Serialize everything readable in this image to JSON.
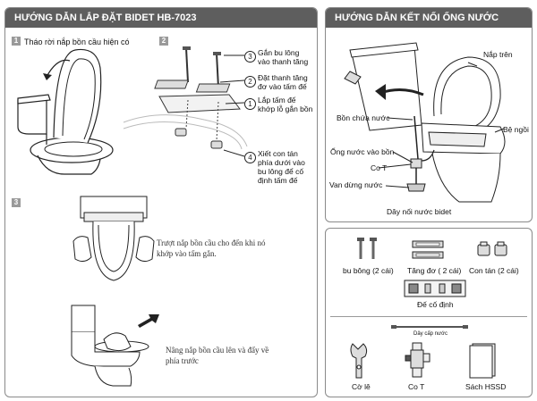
{
  "left_panel": {
    "title": "HƯỚNG DẪN LẮP ĐẶT BIDET HB-7023",
    "step1": {
      "num": "1",
      "text": "Tháo rời nắp bồn cầu hiện có"
    },
    "step2": {
      "num": "2",
      "callouts": [
        {
          "n": "3",
          "text": "Gắn bu lông vào thanh tăng"
        },
        {
          "n": "2",
          "text": "Đặt thanh tăng đơ vào tấm đế"
        },
        {
          "n": "1",
          "text": "Lắp tấm đế khớp lỗ gắn bồn"
        },
        {
          "n": "4",
          "text": "Xiết con tán phía dưới vào bu lông để cố định tấm đế"
        }
      ]
    },
    "step3": {
      "num": "3",
      "text_a": "Trượt nắp bồn cầu cho đến khi nó khớp vào tấm gắn.",
      "text_b": "Nâng nắp bồn cầu lên và đẩy về phía trước"
    }
  },
  "right_top": {
    "title": "HƯỚNG DẪN KẾT NỐI ỐNG NƯỚC",
    "labels": {
      "lid": "Nắp trên",
      "tank": "Bồn chứa nước",
      "seat": "Bệ ngồi",
      "inlet": "Ống nước vào bồn",
      "tee": "Co T",
      "valve": "Van dừng nước",
      "hose": "Dây nối nước bidet"
    }
  },
  "right_bottom": {
    "parts": [
      {
        "name": "bu bông (2 cái)"
      },
      {
        "name": "Tăng đơ ( 2 cái)"
      },
      {
        "name": "Con tán (2 cái)"
      },
      {
        "name": "Đế cố định"
      },
      {
        "name": "Dây cấp nước"
      },
      {
        "name": "Cờ lê"
      },
      {
        "name": "Co T"
      },
      {
        "name": "Sách HSSD"
      }
    ]
  }
}
